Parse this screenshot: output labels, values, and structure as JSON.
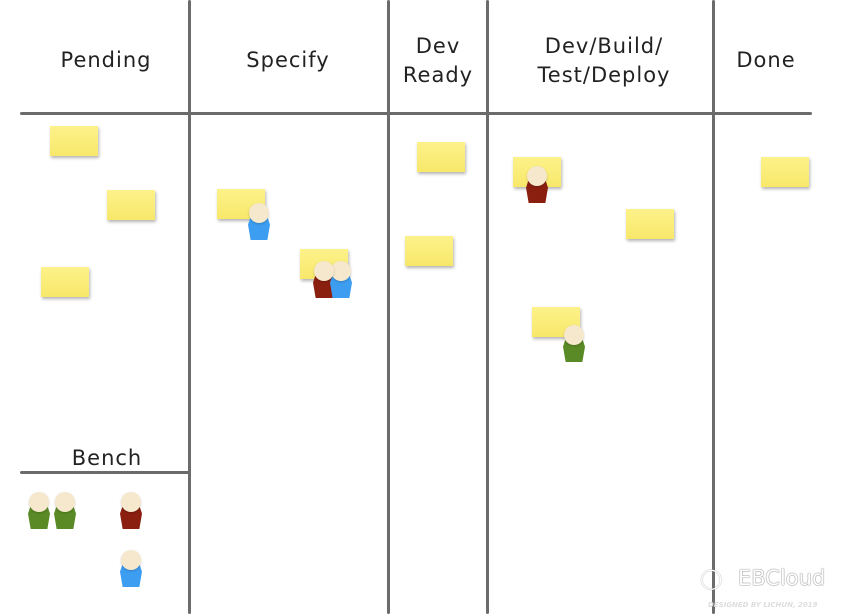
{
  "board": {
    "columns": [
      {
        "title_line1": "Pending"
      },
      {
        "title_line1": "Specify"
      },
      {
        "title_line1": "Dev",
        "title_line2": "Ready"
      },
      {
        "title_line1": "Dev/Build/",
        "title_line2": "Test/Deploy"
      },
      {
        "title_line1": "Done"
      }
    ],
    "bench_title": "Bench"
  },
  "colors": {
    "sticky": "#f7e86a",
    "developer_green": "#5a8a25",
    "developer_red": "#8a1f10",
    "developer_blue": "#3d9df0"
  },
  "watermark": {
    "brand": "EBCloud",
    "credit": "DESIGNED BY LICHUN, 2019"
  }
}
